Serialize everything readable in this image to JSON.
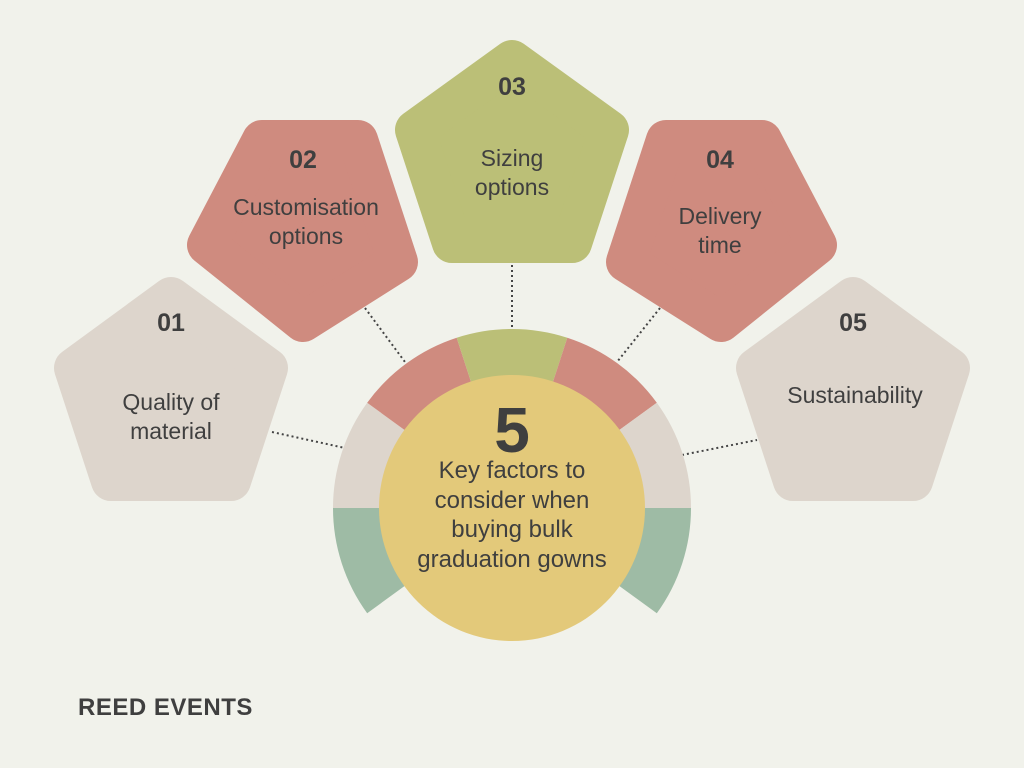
{
  "colors": {
    "background": "#f1f2eb",
    "beige": "#ddd5cc",
    "red": "#cf8b7f",
    "olive": "#bbbf77",
    "green": "#9ebba5",
    "yellow": "#e3c97a",
    "text": "#3f3f3f"
  },
  "center": {
    "number": "5",
    "lines": [
      "Key factors to",
      "consider when",
      "buying bulk",
      "graduation gowns"
    ]
  },
  "factors": [
    {
      "number": "01",
      "lines": [
        "Quality of",
        "material"
      ]
    },
    {
      "number": "02",
      "lines": [
        "Customisation",
        "options"
      ]
    },
    {
      "number": "03",
      "lines": [
        "Sizing",
        "options"
      ]
    },
    {
      "number": "04",
      "lines": [
        "Delivery",
        "time"
      ]
    },
    {
      "number": "05",
      "lines": [
        "Sustainability"
      ]
    }
  ],
  "brand": "REED EVENTS"
}
